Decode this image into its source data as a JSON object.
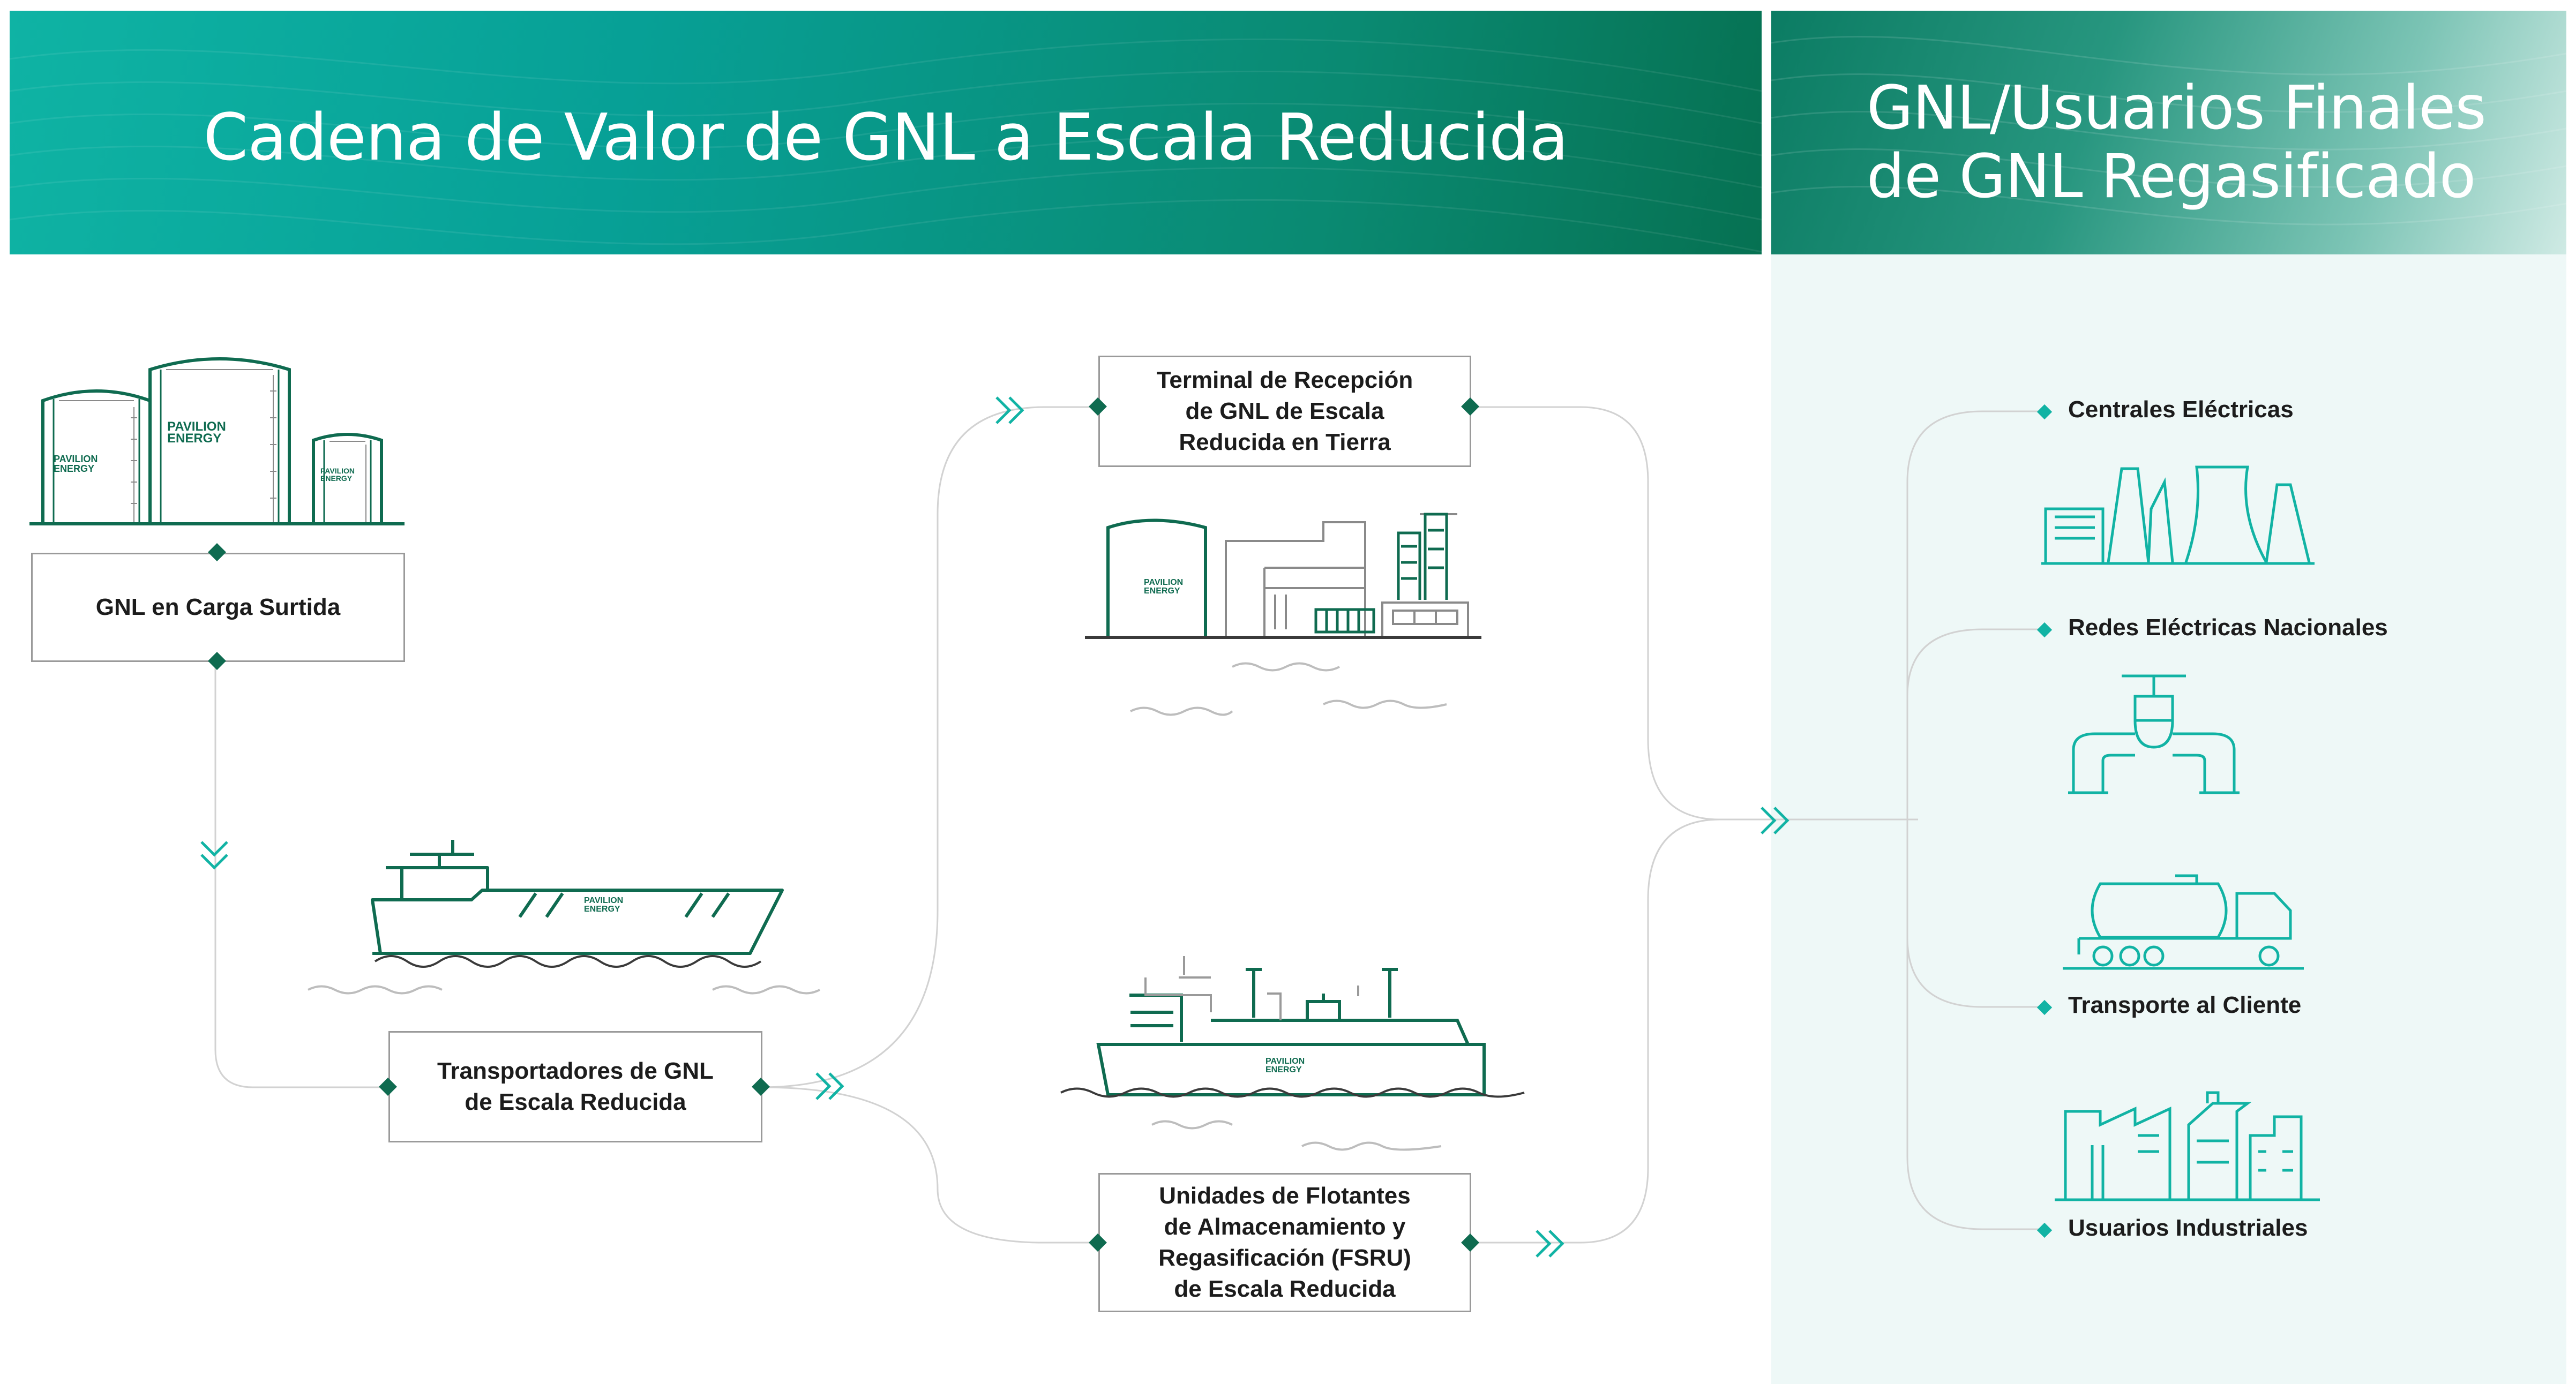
{
  "header": {
    "left_title": "Cadena de Valor de GNL a Escala Reducida",
    "right_title_line1": "GNL/Usuarios Finales",
    "right_title_line2": "de GNL Regasificado"
  },
  "nodes": {
    "source": {
      "label": "GNL en Carga Surtida"
    },
    "carriers": {
      "line1": "Transportadores de GNL",
      "line2": "de Escala Reducida"
    },
    "terminal": {
      "line1": "Terminal de Recepción",
      "line2": "de GNL de Escala",
      "line3": "Reducida en Tierra"
    },
    "fsru": {
      "line1": "Unidades de Flotantes",
      "line2": "de Almacenamiento y",
      "line3": "Regasificación (FSRU)",
      "line4": "de Escala Reducida"
    }
  },
  "end_users": [
    {
      "label": "Centrales Eléctricas",
      "icon": "power-plant-icon"
    },
    {
      "label": "Redes Eléctricas Nacionales",
      "icon": "pipeline-valve-icon"
    },
    {
      "label": "Transporte al Cliente",
      "icon": "tanker-truck-icon"
    },
    {
      "label": "Usuarios Industriales",
      "icon": "industrial-factory-icon"
    }
  ],
  "brand": {
    "line1": "PAVILION",
    "line2": "ENERGY"
  },
  "colors": {
    "dark_green": "#0f6b50",
    "teal": "#11b3a4",
    "connector": "#cfcfcf",
    "box_border": "#9a9a9a",
    "panel_bg": "#eef8f7"
  }
}
